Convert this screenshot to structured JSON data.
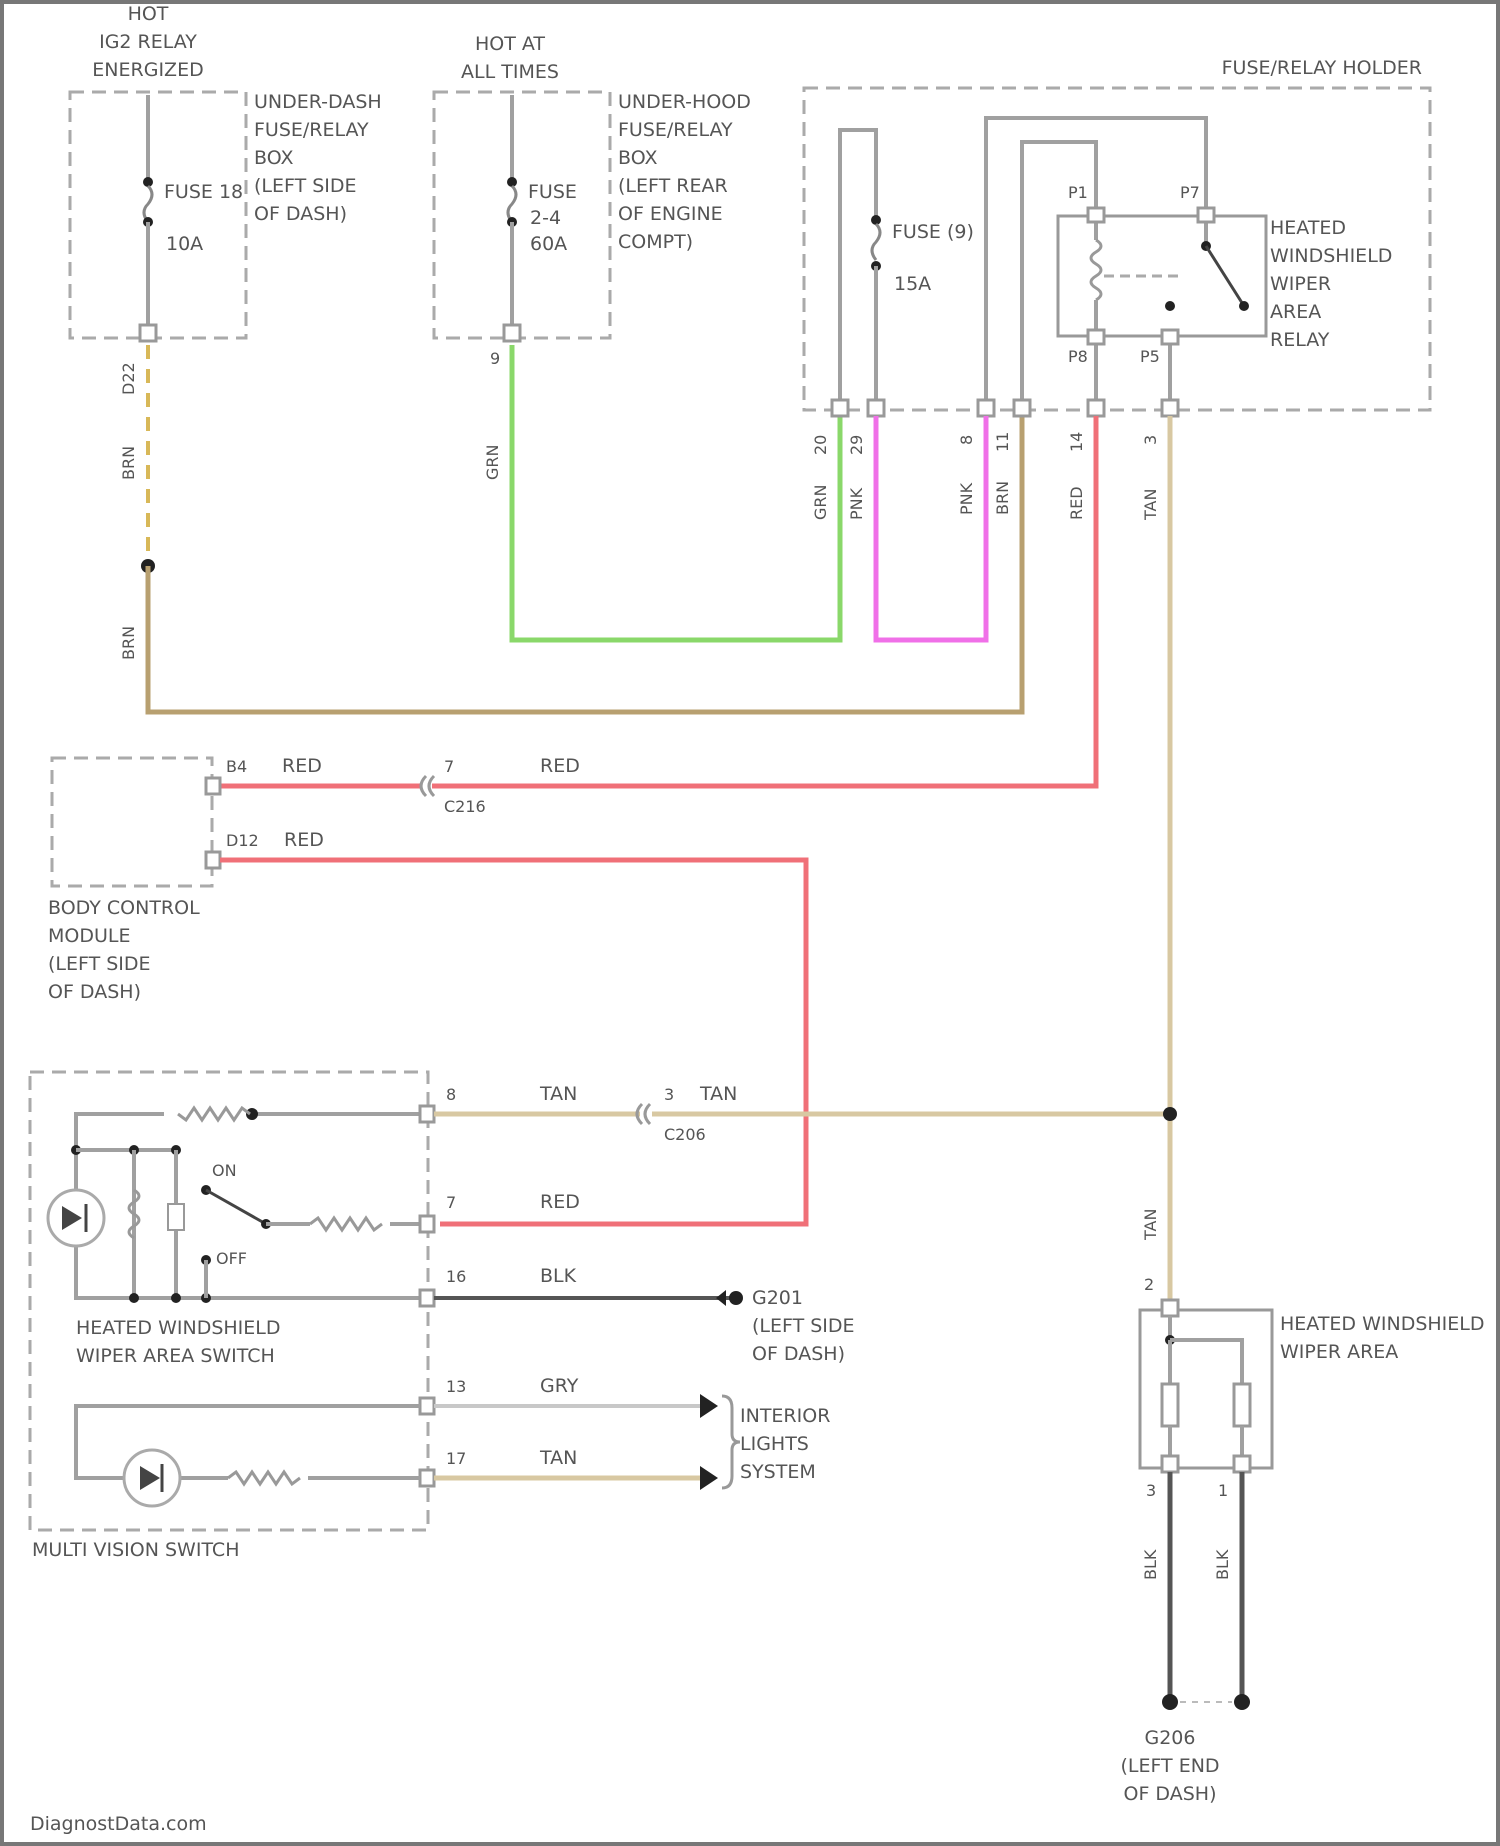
{
  "colors": {
    "tan": "#d8c8a2",
    "red": "#f07078",
    "green": "#8ad86a",
    "pink": "#f070e8",
    "brn": "#b8a070",
    "yel_dash": "#d8b858",
    "gray": "#a0a0a0",
    "blk": "#555555"
  },
  "top": {
    "hot_ig2": "HOT\nIG2 RELAY\nENERGIZED",
    "hot_all": "HOT AT\nALL TIMES",
    "fuse_relay_holder": "FUSE/RELAY HOLDER"
  },
  "underdash": {
    "box_label": "UNDER-DASH\nFUSE/RELAY\nBOX\n(LEFT SIDE\nOF DASH)",
    "fuse_name": "FUSE 18",
    "fuse_rating": "10A",
    "wire_pin": "D22",
    "wire_color": "BRN"
  },
  "underhood": {
    "box_label": "UNDER-HOOD\nFUSE/RELAY\nBOX\n(LEFT REAR\nOF ENGINE\nCOMPT)",
    "fuse_name": "FUSE",
    "fuse_num": "2-4",
    "fuse_rating": "60A",
    "pin": "9",
    "wire_color": "GRN"
  },
  "holder": {
    "fuse_name": "FUSE (9)",
    "fuse_rating": "15A",
    "relay_label": "HEATED\nWINDSHIELD\nWIPER\nAREA\nRELAY",
    "relay_pins": [
      "P1",
      "P7",
      "P8",
      "P5"
    ],
    "bottom_pins": [
      "20",
      "29",
      "8",
      "11",
      "14",
      "3"
    ],
    "bottom_wire_colors": [
      "GRN",
      "PNK",
      "PNK",
      "BRN",
      "RED",
      "TAN"
    ]
  },
  "bcm": {
    "pin1": "B4",
    "pin1_color": "RED",
    "pin2": "D12",
    "pin2_color": "RED",
    "label": "BODY CONTROL\nMODULE\n(LEFT SIDE\nOF DASH)",
    "c_connector": "C216",
    "c_pin": "7",
    "c_color": "RED"
  },
  "switch": {
    "label": "HEATED WINDSHIELD\nWIPER AREA SWITCH",
    "on": "ON",
    "off": "OFF",
    "pin8": "8",
    "pin8_color": "TAN",
    "pin7": "7",
    "pin7_color": "RED",
    "pin16": "16",
    "pin16_color": "BLK",
    "c_connector": "C206",
    "c_pin": "3",
    "c_color": "TAN",
    "ground": "G201\n(LEFT SIDE\nOF DASH)"
  },
  "multivision": {
    "label": "MULTI VISION SWITCH",
    "pin13": "13",
    "pin13_color": "GRY",
    "pin17": "17",
    "pin17_color": "TAN",
    "interior": "INTERIOR\nLIGHTS\nSYSTEM"
  },
  "heater": {
    "label": "HEATED WINDSHIELD\nWIPER AREA",
    "in_pin": "2",
    "in_color": "TAN",
    "out_pins": [
      "3",
      "1"
    ],
    "out_colors": [
      "BLK",
      "BLK"
    ],
    "ground": "G206\n(LEFT END\nOF DASH)"
  },
  "footer": {
    "watermark": "DiagnostData.com"
  }
}
